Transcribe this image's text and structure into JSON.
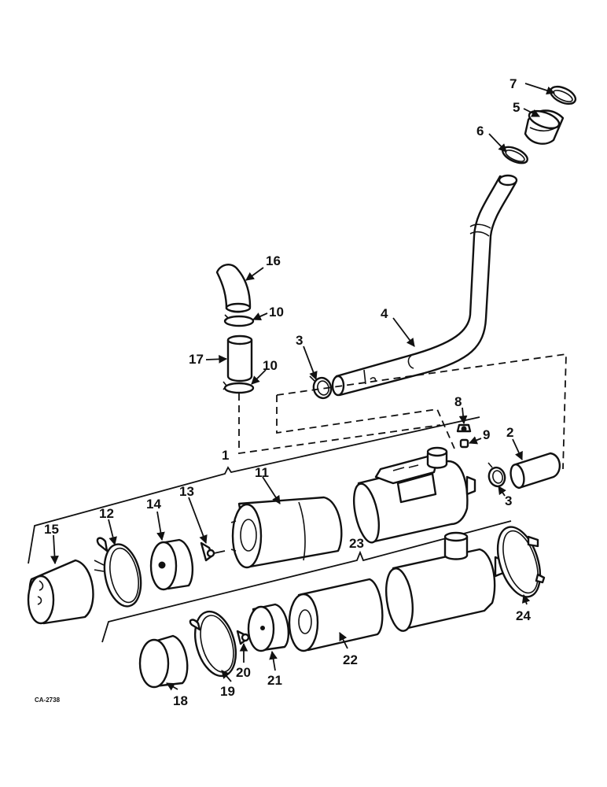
{
  "diagram": {
    "code": "CA-2738",
    "labels": {
      "l1": "1",
      "l2": "2",
      "l3a": "3",
      "l3b": "3",
      "l4": "4",
      "l5": "5",
      "l6": "6",
      "l7": "7",
      "l8": "8",
      "l9": "9",
      "l10a": "10",
      "l10b": "10",
      "l11": "11",
      "l12": "12",
      "l13": "13",
      "l14": "14",
      "l15": "15",
      "l16": "16",
      "l17": "17",
      "l18": "18",
      "l19": "19",
      "l20": "20",
      "l21": "21",
      "l22": "22",
      "l23": "23",
      "l24": "24"
    }
  }
}
